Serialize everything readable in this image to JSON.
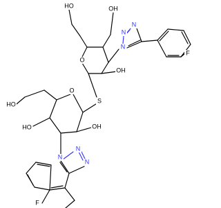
{
  "molecule": {
    "labels": {
      "oh_top_a": "HO",
      "oh_top_b": "OH",
      "oh_top_c": "OH",
      "ring_o_top": "O",
      "n1_top": "N",
      "n2_top": "N",
      "n3_top": "N",
      "f_top": "F",
      "s_link": "S",
      "oh_bot_a": "HO",
      "ring_o_bot": "O",
      "oh_bot_b": "HO",
      "oh_bot_c": "OH",
      "n1_bot": "N",
      "n2_bot": "N",
      "n3_bot": "N",
      "f_bot": "F"
    },
    "colors": {
      "carbon_bond": "#000000",
      "nitrogen": "#3333ff",
      "background": "#ffffff"
    }
  }
}
